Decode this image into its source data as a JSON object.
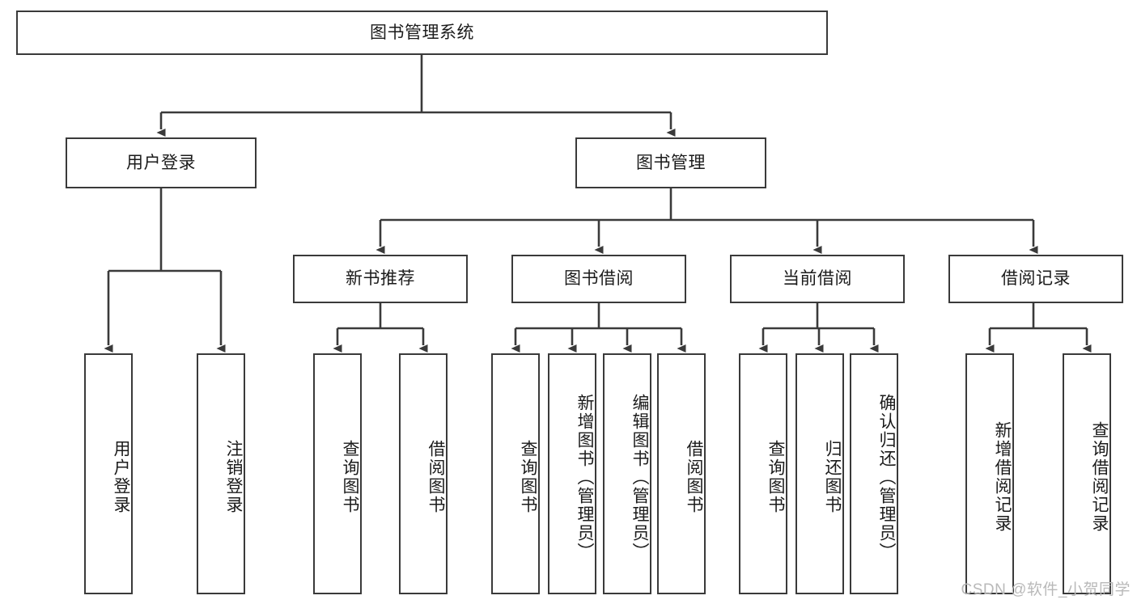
{
  "diagram": {
    "title": "图书管理系统",
    "watermark": "CSDN @软件_小贺同学",
    "colors": {
      "box_border": "#3a3a3a",
      "box_fill": "#ffffff",
      "edge": "#3a3a3a",
      "text": "#1b1b1b",
      "watermark": "#b9b9b9",
      "background": "#ffffff"
    },
    "root": {
      "label": "图书管理系统"
    },
    "level2": [
      {
        "label": "用户登录"
      },
      {
        "label": "图书管理"
      }
    ],
    "level3": [
      {
        "label": "新书推荐"
      },
      {
        "label": "图书借阅"
      },
      {
        "label": "当前借阅"
      },
      {
        "label": "借阅记录"
      }
    ],
    "leaves": {
      "user_login": [
        {
          "label": "用户登录"
        },
        {
          "label": "注销登录"
        }
      ],
      "new_book_recommend": [
        {
          "label": "查询图书"
        },
        {
          "label": "借阅图书"
        }
      ],
      "book_borrow": [
        {
          "label": "查询图书"
        },
        {
          "label": "新增图书（管理员）"
        },
        {
          "label": "编辑图书（管理员）"
        },
        {
          "label": "借阅图书"
        }
      ],
      "current_borrow": [
        {
          "label": "查询图书"
        },
        {
          "label": "归还图书"
        },
        {
          "label": "确认归还（管理员）"
        }
      ],
      "borrow_record": [
        {
          "label": "新增借阅记录"
        },
        {
          "label": "查询借阅记录"
        }
      ]
    }
  }
}
